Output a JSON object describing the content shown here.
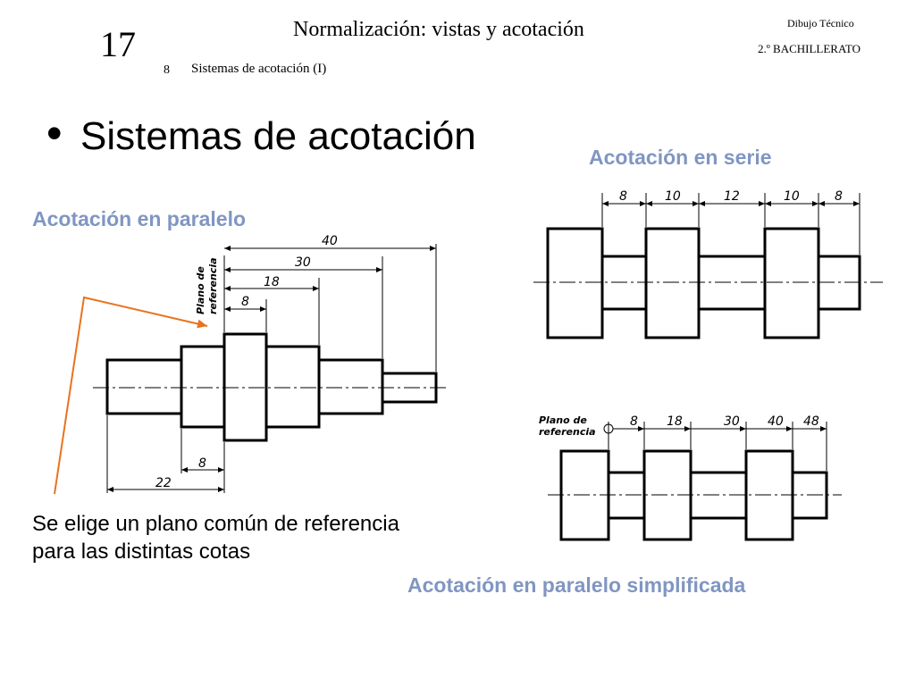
{
  "header": {
    "unit_number": "17",
    "unit_title": "Normalización: vistas y acotación",
    "section_number": "8",
    "section_title": "Sistemas de acotación (I)",
    "subject": "Dibujo Técnico",
    "course": "2.º BACHILLERATO"
  },
  "main": {
    "bullet": "•",
    "heading": "Sistemas de acotación",
    "description_line1": "Se elige un plano común de referencia",
    "description_line2": "para las distintas cotas"
  },
  "figures": {
    "paralelo": {
      "label": "Acotación en paralelo",
      "reference_plane_line1": "Plano de",
      "reference_plane_line2": "referencia",
      "dimensions_top": [
        "40",
        "30",
        "18",
        "8"
      ],
      "dimensions_bottom": [
        "8",
        "22"
      ]
    },
    "serie": {
      "label": "Acotación en serie",
      "dimensions": [
        "8",
        "10",
        "12",
        "10",
        "8"
      ]
    },
    "simplificada": {
      "label": "Acotación en paralelo simplificada",
      "reference_plane_line1": "Plano de",
      "reference_plane_line2": "referencia",
      "dimensions": [
        "8",
        "18",
        "30",
        "40",
        "48"
      ]
    }
  },
  "colors": {
    "label_blue": "#8096c2",
    "leader_orange": "#e8731e",
    "drawing": "#000000"
  }
}
